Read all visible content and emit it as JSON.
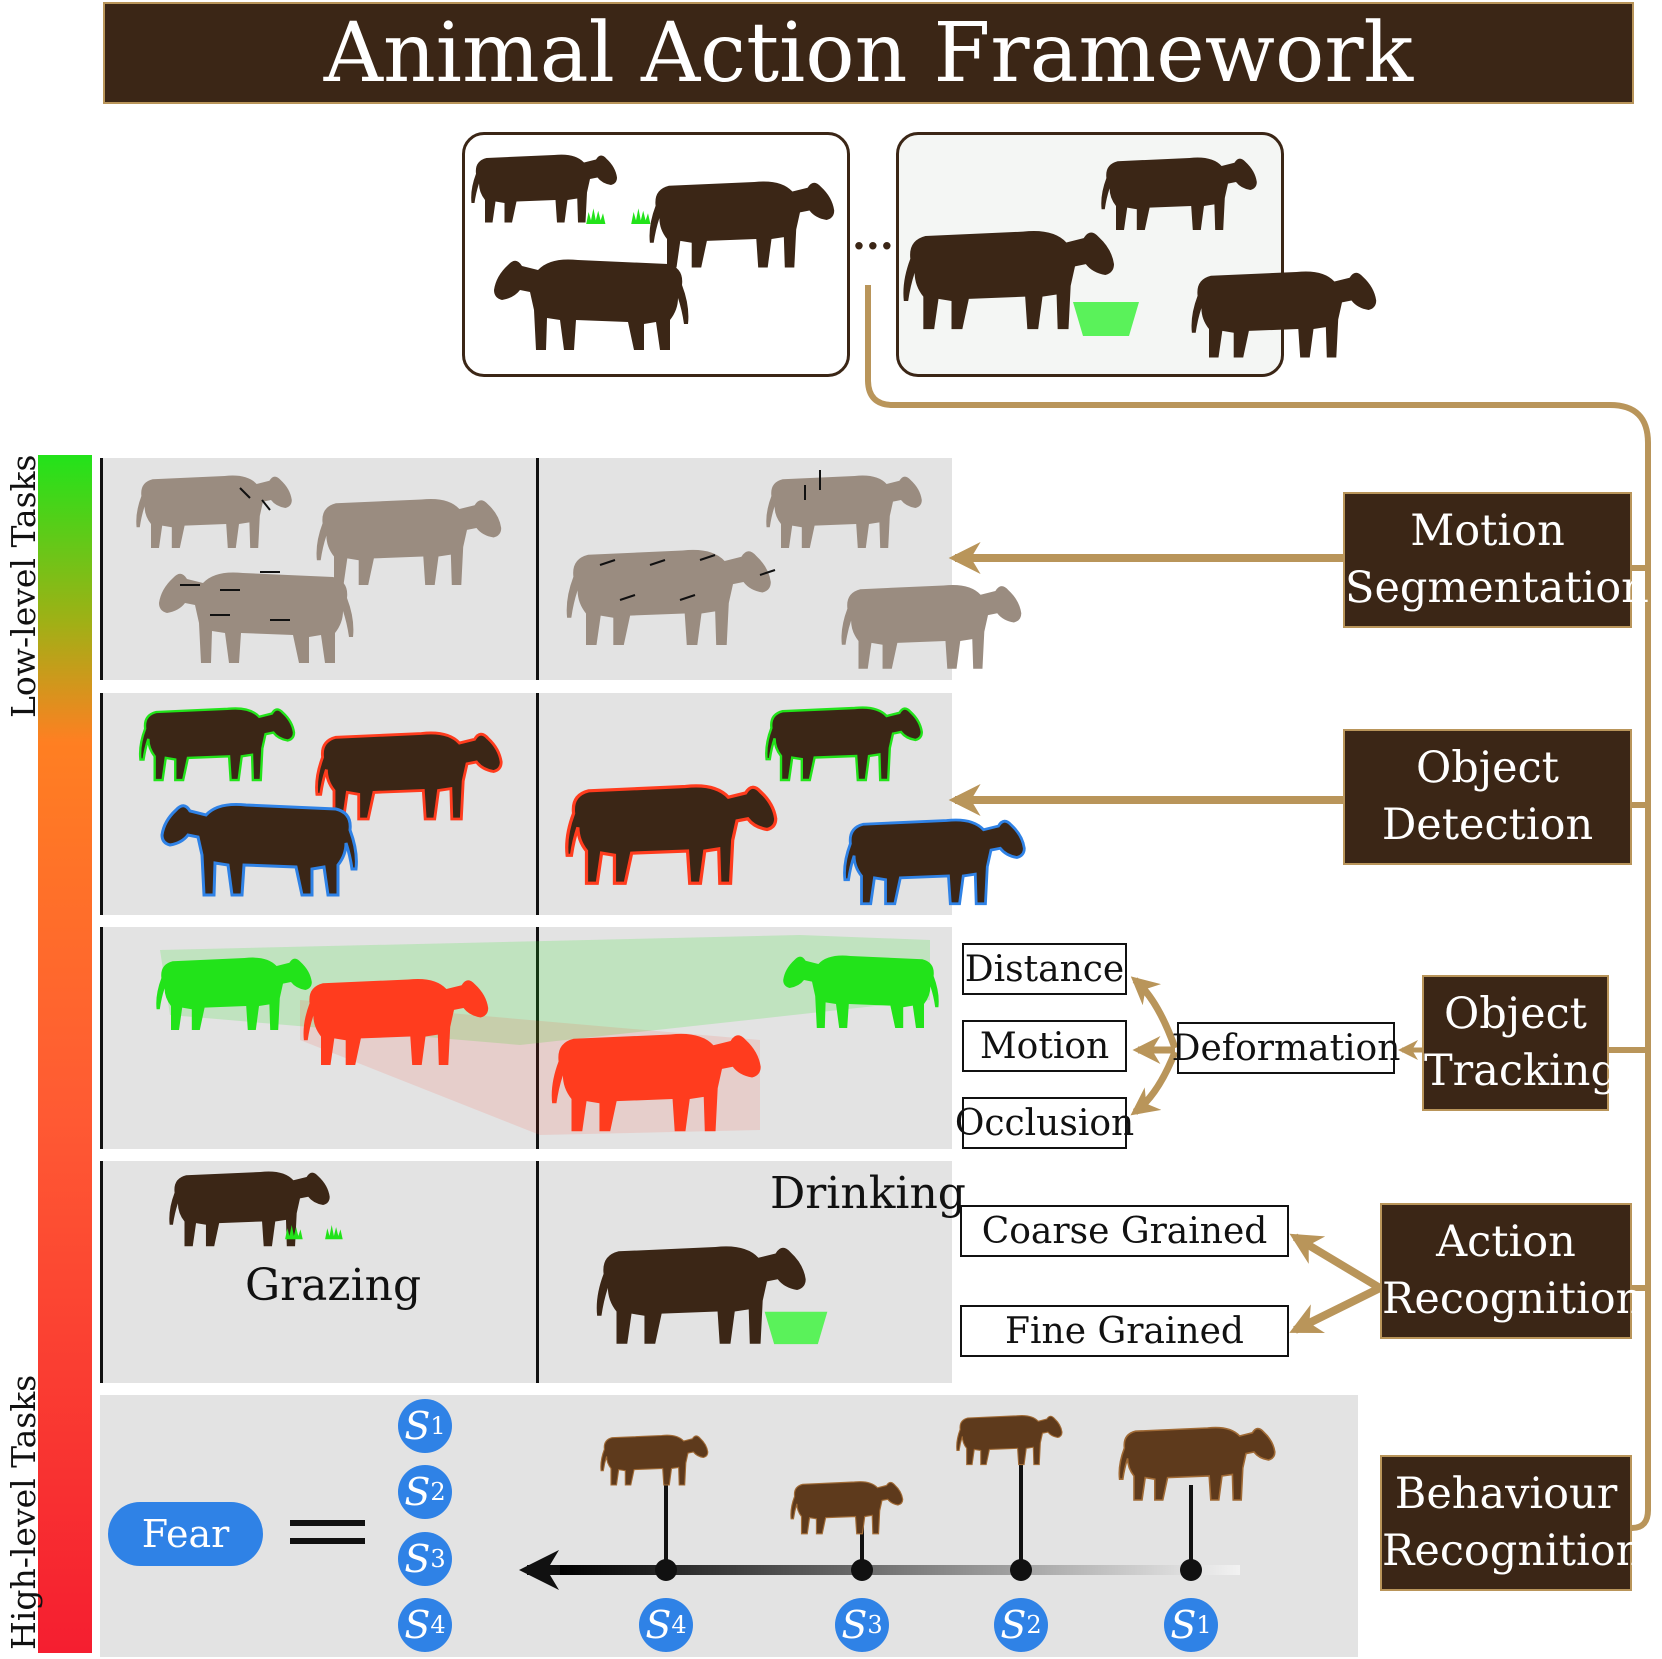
{
  "title": "Animal Action Framework",
  "ellipsis": "...",
  "side_labels": {
    "low": "Low-level Tasks",
    "high": "High-level Tasks"
  },
  "tasks": {
    "motion_segmentation": [
      "Motion",
      "Segmentation"
    ],
    "object_detection": [
      "Object",
      "Detection"
    ],
    "object_tracking": [
      "Object",
      "Tracking"
    ],
    "action_recognition": [
      "Action",
      "Recognition"
    ],
    "behaviour_recognition": [
      "Behaviour",
      "Recognition"
    ]
  },
  "tracking_challenges": {
    "distance": "Distance",
    "motion": "Motion",
    "occlusion": "Occlusion",
    "deformation": "Deformation"
  },
  "action_granularity": {
    "coarse": "Coarse Grained",
    "fine": "Fine Grained"
  },
  "actions": {
    "grazing": "Grazing",
    "drinking": "Drinking"
  },
  "behaviour": {
    "label": "Fear",
    "state_letter": "S",
    "states_list": [
      "1",
      "2",
      "3",
      "4"
    ],
    "timeline_states": [
      "4",
      "3",
      "2",
      "1"
    ]
  },
  "colors": {
    "brown": "#3b2616",
    "gold": "#b9955a",
    "gray_cow": "#9a8c80",
    "green": "#22e31a",
    "red": "#ff3c1e",
    "blue": "#2f82e6",
    "panel": "#e3e3e3"
  }
}
